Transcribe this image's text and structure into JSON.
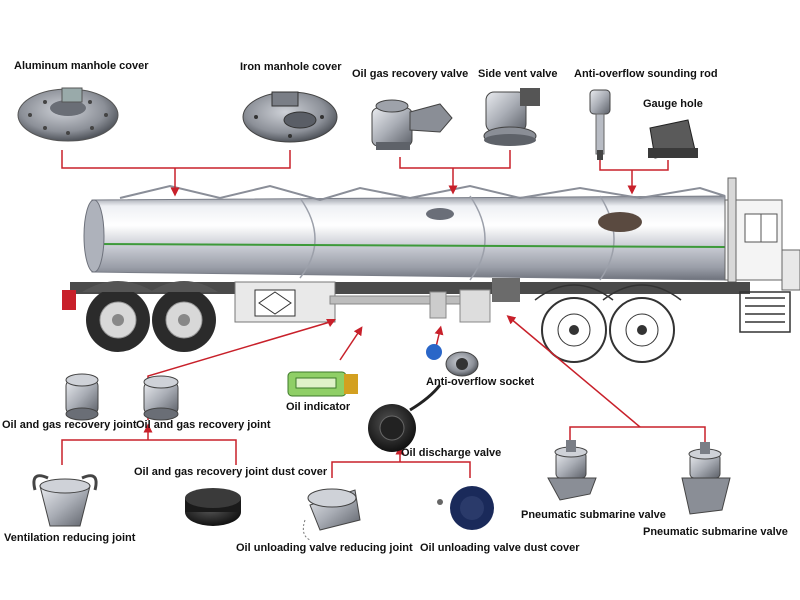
{
  "colors": {
    "connector": "#c8202a",
    "tank_light": "#eef0f4",
    "tank_mid": "#b9bcc6",
    "tank_dark": "#6e727c",
    "stripe": "#3d9a3a",
    "frame": "#4a4a4a",
    "tire": "#2b2b2b",
    "wheel": "#d8d8d8",
    "label": "#111111"
  },
  "labels": {
    "aluminum_manhole_cover": "Aluminum manhole cover",
    "iron_manhole_cover": "Iron manhole cover",
    "oil_gas_recovery_valve": "Oil gas recovery valve",
    "side_vent_valve": "Side vent valve",
    "anti_overflow_sounding_rod": "Anti-overflow sounding rod",
    "gauge_hole": "Gauge hole",
    "anti_overflow_socket": "Anti-overflow socket",
    "oil_indicator": "Oil indicator",
    "oil_gas_recovery_joint_1": "Oil and gas recovery joint",
    "oil_gas_recovery_joint_2": "Oil and gas recovery joint",
    "recovery_joint_dust_cover": "Oil and gas recovery joint dust cover",
    "oil_discharge_valve": "Oil discharge valve",
    "ventilation_reducing_joint": "Ventilation reducing joint",
    "unloading_valve_reducing_joint": "Oil unloading valve reducing joint",
    "unloading_valve_dust_cover": "Oil unloading valve dust cover",
    "pneumatic_submarine_valve_1": "Pneumatic submarine valve",
    "pneumatic_submarine_valve_2": "Pneumatic submarine valve"
  },
  "icons": {
    "manhole_cover": "manhole-cover-icon",
    "valve": "valve-icon",
    "sounding_rod": "sounding-rod-icon",
    "gauge": "gauge-hole-icon",
    "socket": "socket-icon",
    "indicator": "oil-indicator-icon",
    "joint": "pipe-joint-icon",
    "dust_cover": "dust-cover-icon"
  }
}
